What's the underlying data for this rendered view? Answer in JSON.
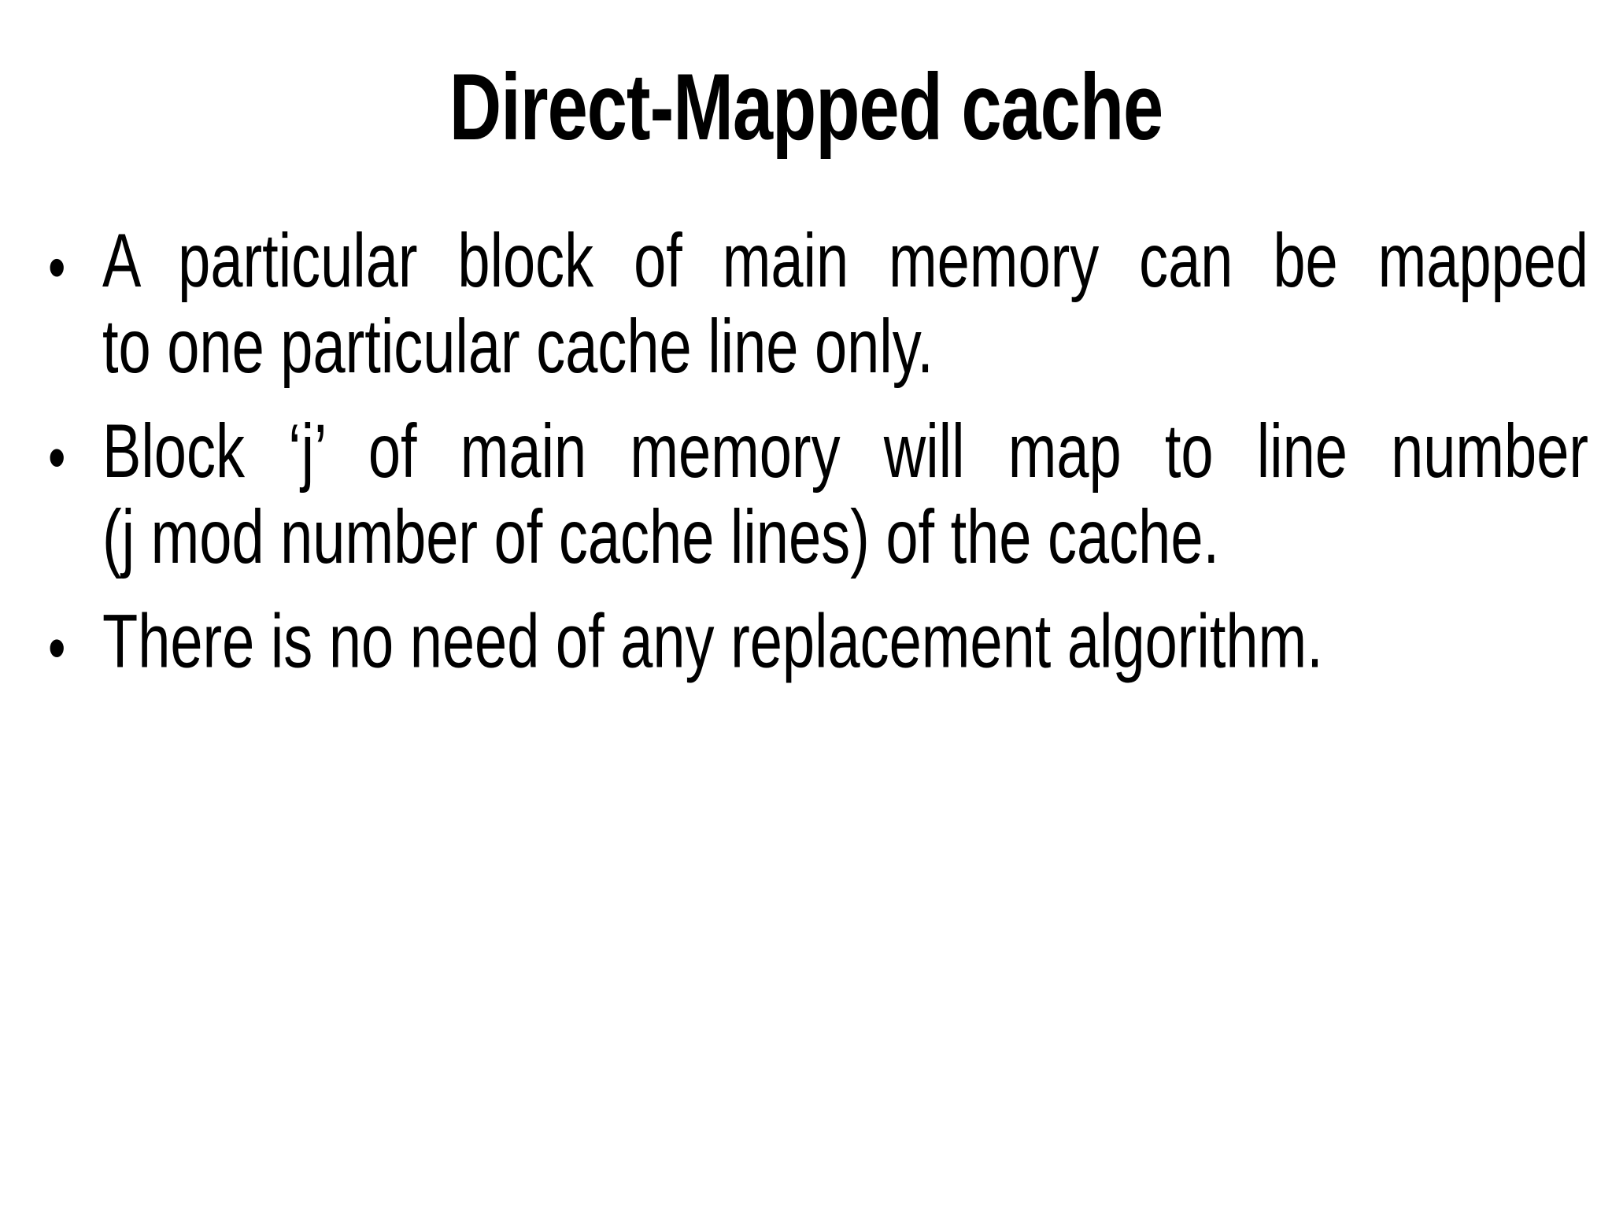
{
  "slide": {
    "title": "Direct-Mapped cache",
    "bullet_glyph": "•",
    "bullets": [
      {
        "lines": [
          {
            "text": "A particular block of main memory can be mapped",
            "justify": true
          },
          {
            "text": "to one particular cache line only.",
            "justify": false
          }
        ]
      },
      {
        "lines": [
          {
            "text": "Block ‘j’ of main memory will map to line number",
            "justify": true
          },
          {
            "text": "(j mod number of cache lines) of the cache.",
            "justify": false
          }
        ]
      },
      {
        "lines": [
          {
            "text": "There is no need of any replacement algorithm.",
            "justify": false
          }
        ]
      }
    ],
    "colors": {
      "background": "#ffffff",
      "text": "#000000"
    }
  }
}
